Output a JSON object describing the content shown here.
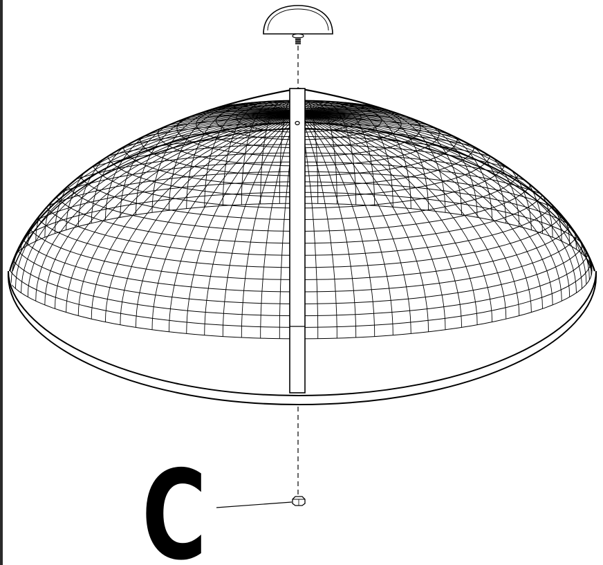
{
  "diagram": {
    "callouts": [
      {
        "letter": "C",
        "part": "nut"
      }
    ],
    "parts": [
      {
        "name": "finial-knob",
        "icon": "dome-knob-icon"
      },
      {
        "name": "mesh-dome-screen",
        "icon": "mesh-dome-icon"
      },
      {
        "name": "center-support-strap",
        "icon": "strap-icon"
      },
      {
        "name": "hex-nut",
        "icon": "hex-nut-icon"
      }
    ],
    "colors": {
      "line": "#000000",
      "background": "#ffffff",
      "frame": "#2b2b2b"
    }
  }
}
